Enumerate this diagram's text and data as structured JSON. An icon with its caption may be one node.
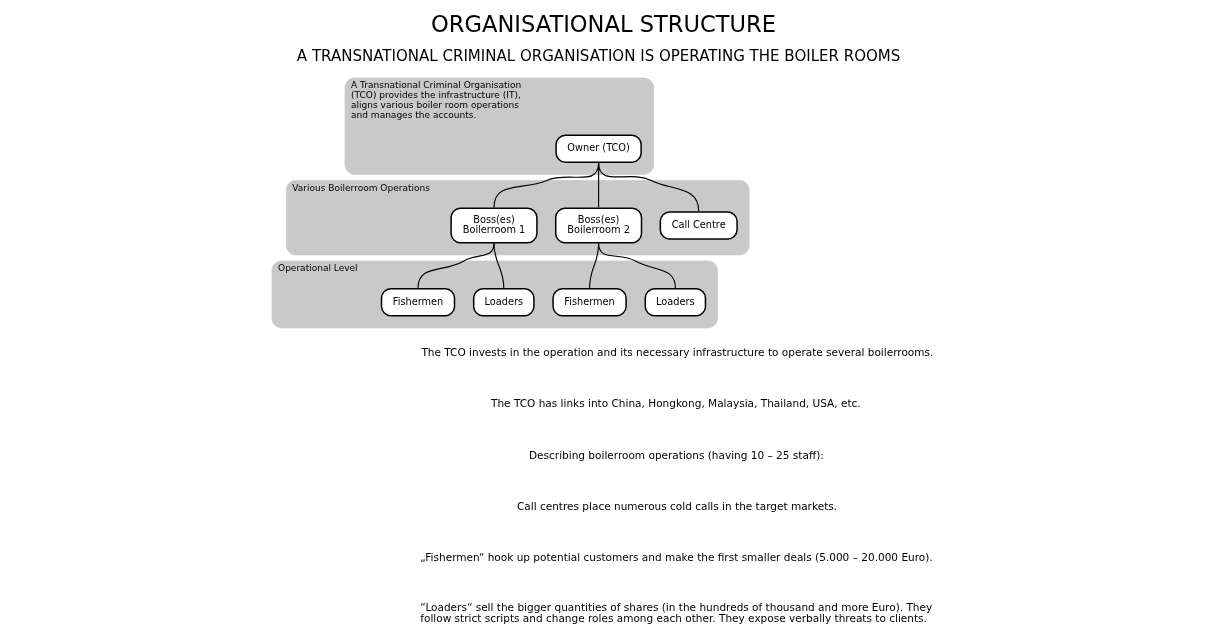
{
  "diagram": {
    "title": "ORGANISATIONAL STRUCTURE",
    "nodes": [
      {
        "text": [
          "A Transnational Criminal Organisation (TCO) provides the infrastructure (IT), aligns various boiler room operations and manages the accounts."
        ]
      },
      {
        "text": [
          "Owner (TCO)"
        ],
        "in": 0
      },
      {
        "text": [
          "Various Boilerroom Operations"
        ]
      },
      {
        "text": [
          "Boss(es) Boilerroom 1"
        ],
        "in": 2
      },
      {
        "text": [
          "Boss(es) Boilerroom 2"
        ],
        "in": 2
      },
      {
        "text": [
          "Call Centre"
        ],
        "in": 2
      },
      {
        "text": [
          "Operational Level"
        ]
      },
      {
        "text": [
          "Fishermen"
        ],
        "in": 6
      },
      {
        "text": [
          "Loaders"
        ],
        "in": 6
      },
      {
        "text": [
          "Fishermen"
        ],
        "in": 6
      },
      {
        "text": [
          "Loaders"
        ],
        "in": 6
      }
    ],
    "edges": [
      {
        "from": 1,
        "to": 3,
        "arrow": "none"
      },
      {
        "from": 1,
        "to": 4,
        "arrow": "none"
      },
      {
        "from": 1,
        "to": 5,
        "arrow": "none"
      },
      {
        "from": 3,
        "to": 7,
        "arrow": "none"
      },
      {
        "from": 3,
        "to": 8,
        "arrow": "none"
      },
      {
        "from": 4,
        "to": 9,
        "arrow": "none"
      },
      {
        "from": 4,
        "to": 10,
        "arrow": "none"
      }
    ],
    "labels": [
      "A TRANSNATIONAL CRIMINAL ORGANISATION IS OPERATING THE BOILER ROOMS",
      "The TCO invests in the operation and its necessary infrastructure to operate several boilerrooms.",
      "The TCO has links into China, Hongkong, Malaysia, Thailand, USA, etc.",
      "Describing boilerroom operations (having 10 – 25 staff):",
      "Call centres place numerous cold calls in the target markets.",
      "„Fishermen“ hook up potential customers and make the first smaller deals (5.000 – 20.000 Euro).",
      "“Loaders“ sell the bigger quantities of shares (in the hundreds of thousand and more Euro). They follow strict scripts and change roles among each other. They expose verbally threats to clients."
    ]
  }
}
